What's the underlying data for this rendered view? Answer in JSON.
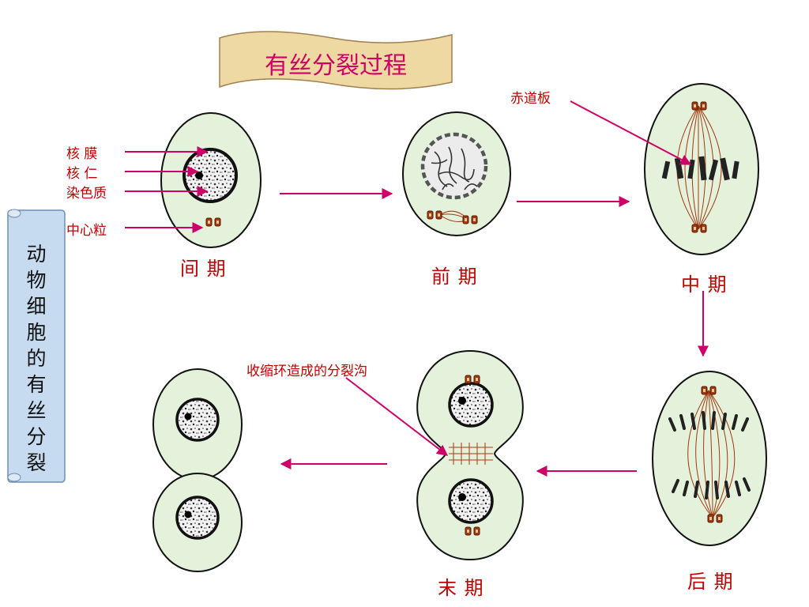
{
  "title": "有丝分裂过程",
  "side_title": "动物细胞的有丝分裂",
  "parts": {
    "membrane": "核  膜",
    "nucleolus": "核  仁",
    "chromatin": "染色质",
    "centriole": "中心粒"
  },
  "callouts": {
    "equatorial_plate": "赤道板",
    "cleavage_furrow": "收缩环造成的分裂沟"
  },
  "phases": {
    "interphase": "间  期",
    "prophase": "前  期",
    "metaphase": "中 期",
    "anaphase": "后  期",
    "telophase": "末  期"
  },
  "colors": {
    "cell_fill": "#e4f2dc",
    "label_red": "#c00000",
    "arrow_magenta": "#cc0066",
    "scroll_blue": "#c6daf0",
    "banner_tan": "#eed9a3"
  }
}
